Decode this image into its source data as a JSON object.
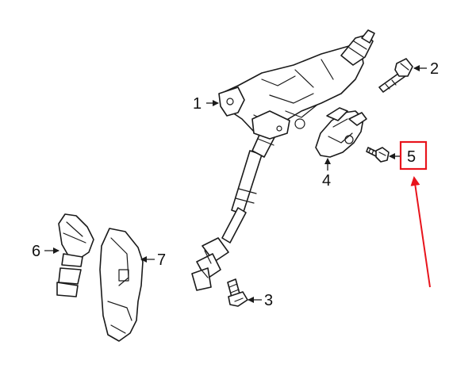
{
  "diagram": {
    "callouts": [
      {
        "id": "1",
        "label": "1"
      },
      {
        "id": "2",
        "label": "2"
      },
      {
        "id": "3",
        "label": "3"
      },
      {
        "id": "4",
        "label": "4"
      },
      {
        "id": "5",
        "label": "5"
      },
      {
        "id": "6",
        "label": "6"
      },
      {
        "id": "7",
        "label": "7"
      }
    ],
    "highlight": {
      "callout": "5",
      "color": "#e8141c"
    },
    "line_color": "#1a1a1a"
  }
}
